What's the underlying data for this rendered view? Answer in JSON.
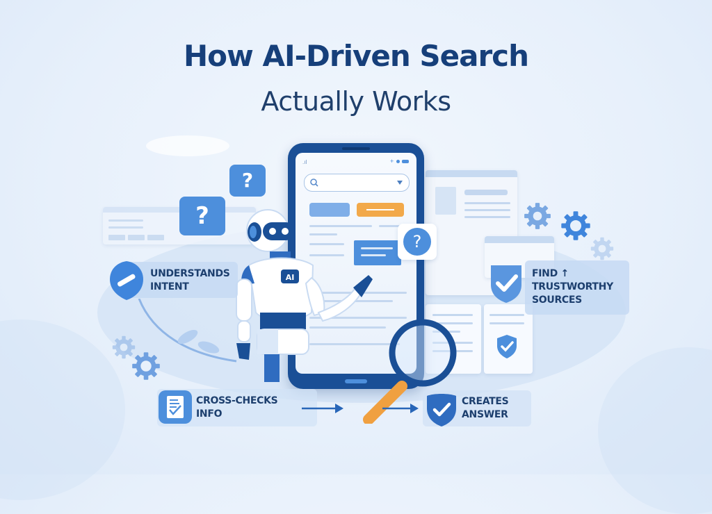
{
  "header": {
    "title": "How AI-Driven Search",
    "subtitle": "Actually Works"
  },
  "robot": {
    "chest_badge": "AI"
  },
  "phone": {
    "search_placeholder": "",
    "question_mark": "?"
  },
  "bubbles": [
    {
      "text": "?"
    },
    {
      "text": "?"
    }
  ],
  "steps": [
    {
      "id": "understands-intent",
      "line1": "UNDERSTANDS",
      "line2": "INTENT",
      "icon": "shield-tag-icon"
    },
    {
      "id": "find-trustworthy-sources",
      "line1": "FIND ↑",
      "line2": "TRUSTWORTHY",
      "line3": "SOURCES",
      "icon": "shield-check-icon"
    },
    {
      "id": "cross-checks-info",
      "line1": "CROSS-CHECKS",
      "line2": "INFO",
      "icon": "document-check-icon"
    },
    {
      "id": "creates-answer",
      "line1": "CREATES",
      "line2": "ANSWER",
      "icon": "shield-check-icon"
    }
  ],
  "colors": {
    "title": "#163f7a",
    "primary_blue": "#1a4f96",
    "accent_blue": "#4d8fdc",
    "orange": "#f0a040",
    "background": "#e7f0fb"
  }
}
